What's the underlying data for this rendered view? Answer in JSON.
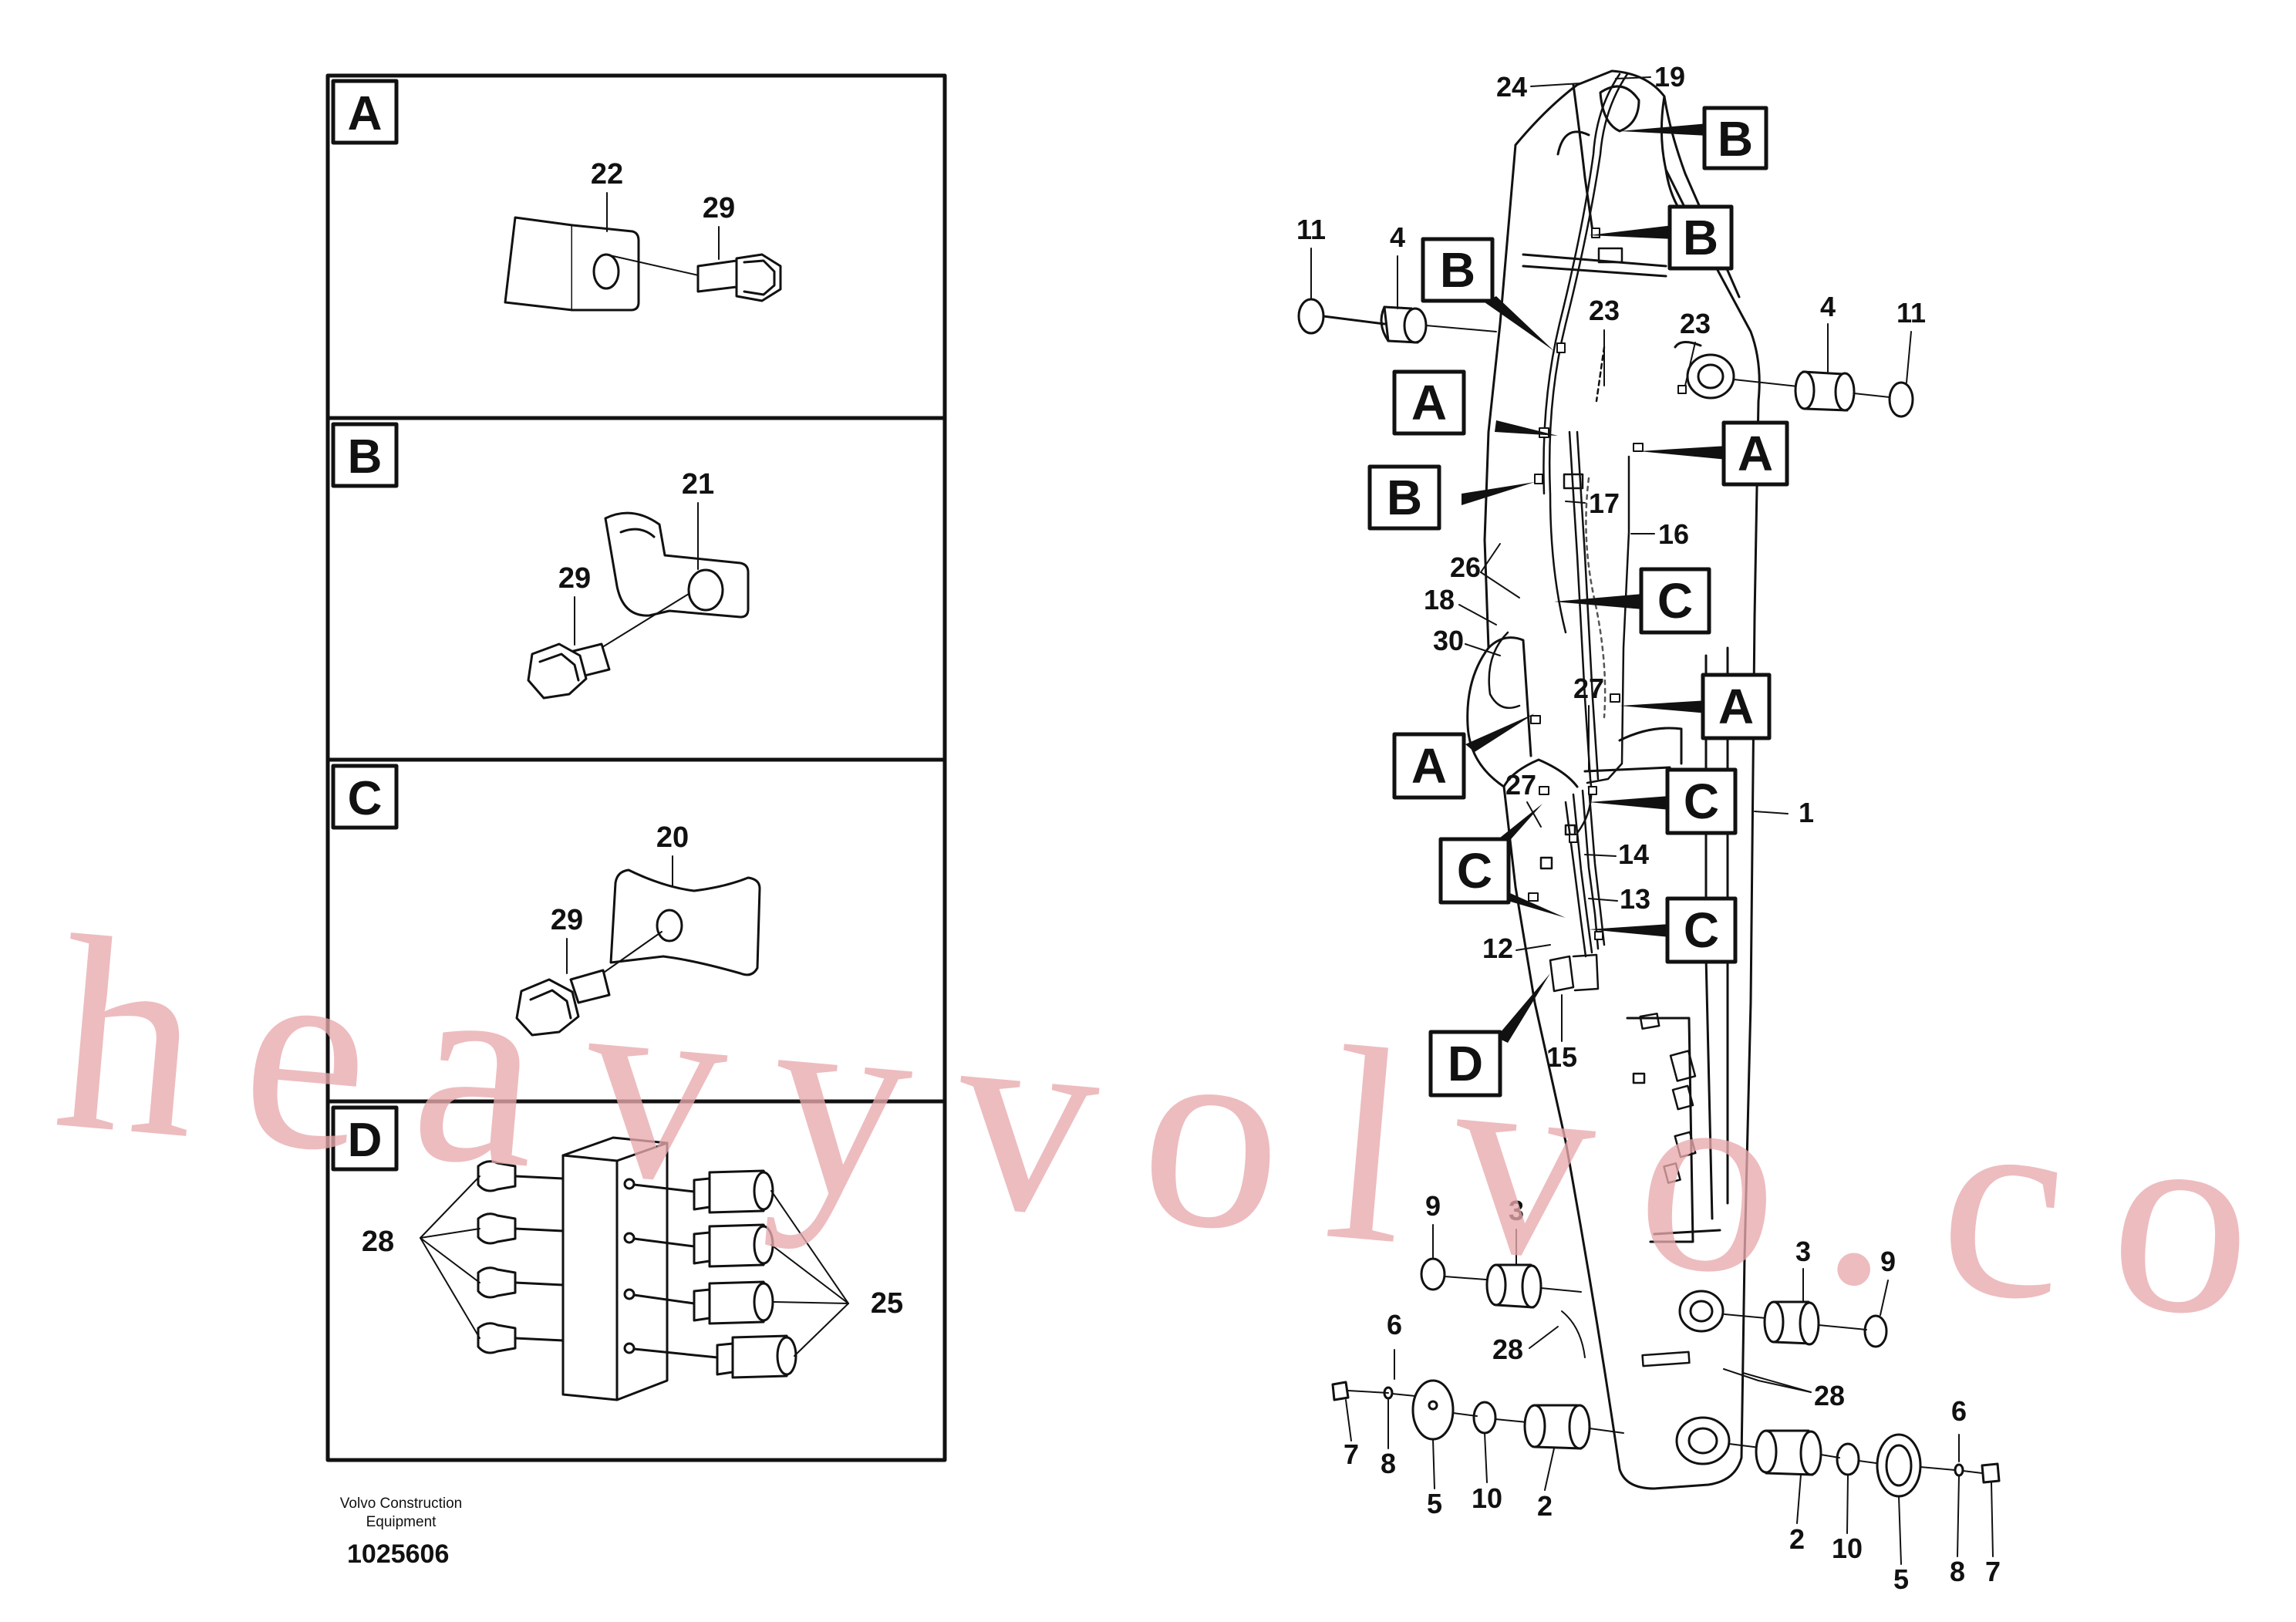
{
  "diagram": {
    "detail_panels": [
      {
        "letter": "A",
        "part_labels": [
          "22",
          "29"
        ]
      },
      {
        "letter": "B",
        "part_labels": [
          "21",
          "29"
        ]
      },
      {
        "letter": "C",
        "part_labels": [
          "20",
          "29"
        ]
      },
      {
        "letter": "D",
        "part_labels": [
          "28",
          "25"
        ]
      }
    ],
    "callout_boxes": [
      "B",
      "B",
      "B",
      "A",
      "A",
      "B",
      "C",
      "A",
      "A",
      "C",
      "C",
      "C",
      "D"
    ],
    "part_labels": [
      "24",
      "19",
      "11",
      "4",
      "23",
      "23",
      "4",
      "11",
      "17",
      "16",
      "26",
      "18",
      "30",
      "27",
      "27",
      "1",
      "14",
      "13",
      "12",
      "15",
      "9",
      "3",
      "3",
      "9",
      "6",
      "28",
      "28",
      "6",
      "7",
      "8",
      "5",
      "10",
      "2",
      "2",
      "10",
      "5",
      "8",
      "7"
    ],
    "footer": {
      "company": "Volvo Construction Equipment",
      "drawing_number": "1025606"
    },
    "watermark": "heavyvolvo.com",
    "colors": {
      "line": "#111111",
      "watermark": "#e8a9ad",
      "background": "#ffffff"
    }
  }
}
